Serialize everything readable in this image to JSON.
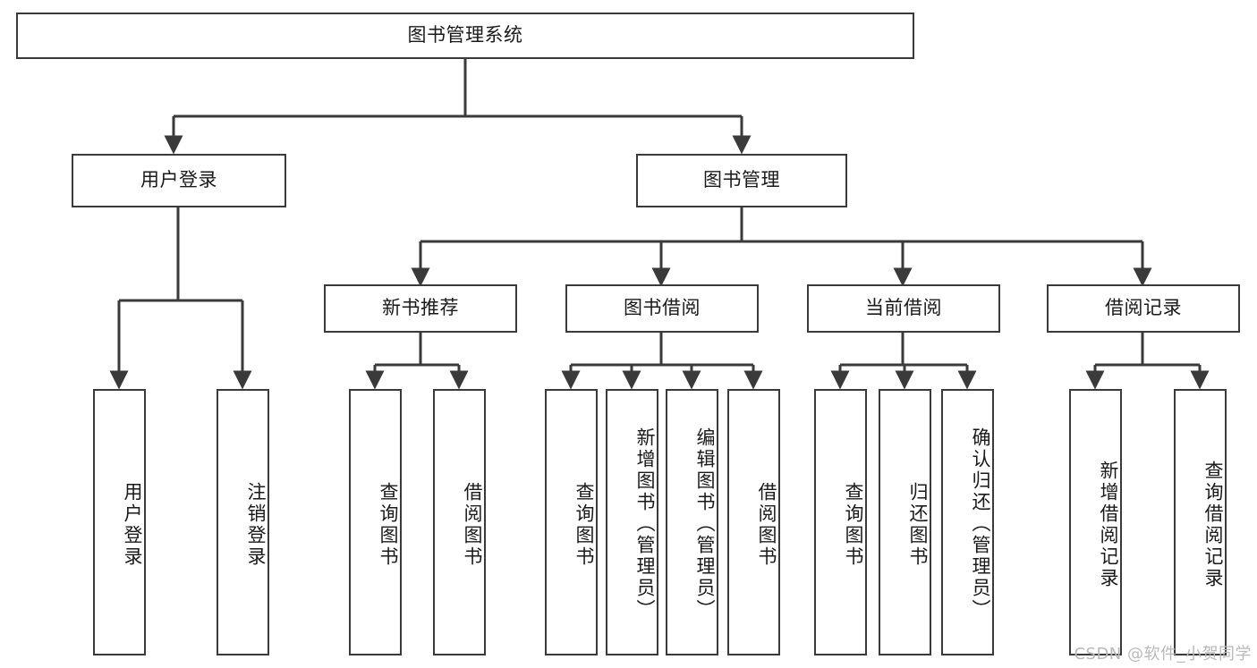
{
  "diagram": {
    "title": "图书管理系统",
    "watermark": "CSDN @软件_小贺同学",
    "stroke_color": "#3a3a3a",
    "background_color": "#ffffff",
    "watermark_color": "#b9b9b9",
    "levels": {
      "root": {
        "label": "图书管理系统"
      },
      "level2": [
        {
          "label": "用户登录"
        },
        {
          "label": "图书管理"
        }
      ],
      "level3": [
        {
          "label": "新书推荐"
        },
        {
          "label": "图书借阅"
        },
        {
          "label": "当前借阅"
        },
        {
          "label": "借阅记录"
        }
      ],
      "leaves": {
        "user_login": [
          {
            "label": "用户登录"
          },
          {
            "label": "注销登录"
          }
        ],
        "new_book_recommend": [
          {
            "label": "查询图书"
          },
          {
            "label": "借阅图书"
          }
        ],
        "book_borrow": [
          {
            "label": "查询图书"
          },
          {
            "label": "新增图书（管理员）"
          },
          {
            "label": "编辑图书（管理员）"
          },
          {
            "label": "借阅图书"
          }
        ],
        "current_borrow": [
          {
            "label": "查询图书"
          },
          {
            "label": "归还图书"
          },
          {
            "label": "确认归还（管理员）"
          }
        ],
        "borrow_record": [
          {
            "label": "新增借阅记录"
          },
          {
            "label": "查询借阅记录"
          }
        ]
      }
    }
  }
}
